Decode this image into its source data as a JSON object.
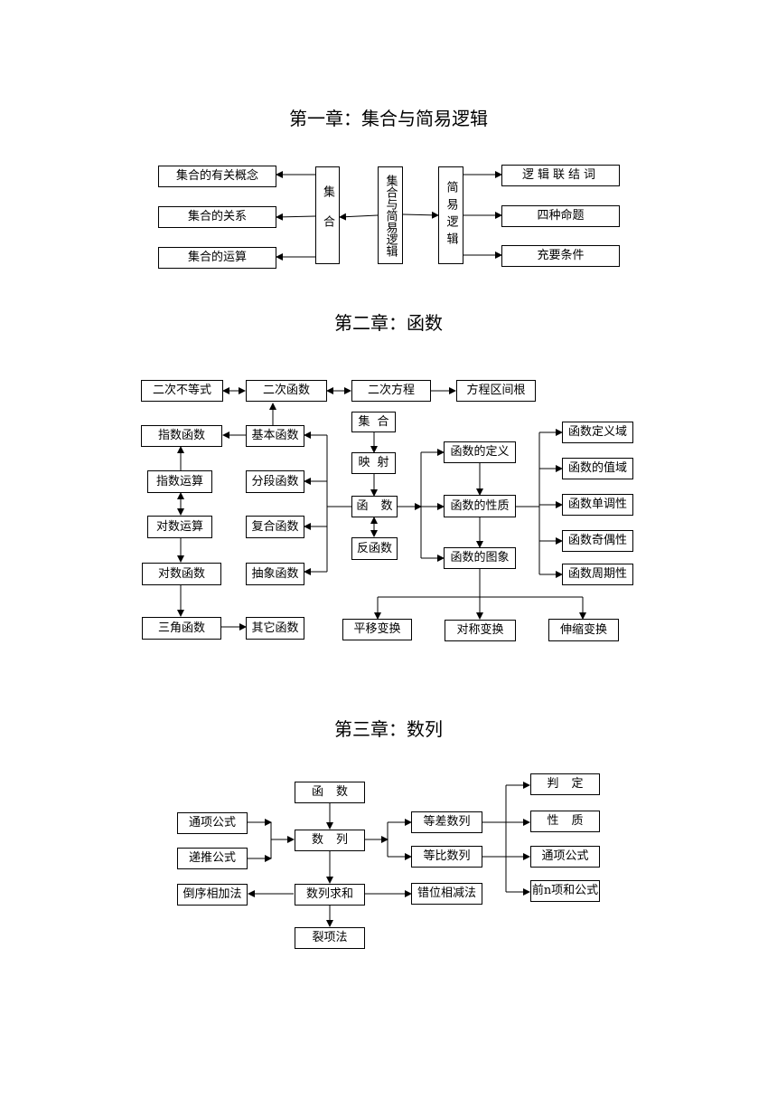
{
  "chapter1": {
    "title": "第一章：集合与简易逻辑",
    "left": [
      "集合的有关概念",
      "集合的关系",
      "集合的运算"
    ],
    "set_box": "集合",
    "center_box": "集合与简易逻辑",
    "logic_box": "简易逻辑",
    "right": [
      "逻辑联结词",
      "四种命题",
      "充要条件"
    ]
  },
  "chapter2": {
    "title": "第二章：函数",
    "ineq": "二次不等式",
    "quad_func": "二次函数",
    "quad_eq": "二次方程",
    "root_dist": "方程区间根",
    "exp_func": "指数函数",
    "basic_func": "基本函数",
    "set": "集合",
    "mapping": "映射",
    "exp_op": "指数运算",
    "piecewise": "分段函数",
    "log_op": "对数运算",
    "composite": "复合函数",
    "function": "函数",
    "inverse": "反函数",
    "log_func": "对数函数",
    "abstract": "抽象函数",
    "trig_func": "三角函数",
    "other_func": "其它函数",
    "def": "函数的定义",
    "props": "函数的性质",
    "graph": "函数的图象",
    "domain": "函数定义域",
    "range": "函数的值域",
    "mono": "函数单调性",
    "parity": "函数奇偶性",
    "period": "函数周期性",
    "trans": [
      "平移变换",
      "对称变换",
      "伸缩变换"
    ]
  },
  "chapter3": {
    "title": "第三章：数列",
    "func": "函数",
    "seq": "数列",
    "general": "通项公式",
    "recur": "递推公式",
    "reverse_add": "倒序相加法",
    "sum": "数列求和",
    "split": "裂项法",
    "arith": "等差数列",
    "geom": "等比数列",
    "shift_sub": "错位相减法",
    "judge": "判定",
    "nature": "性质",
    "general_r": "通项公式",
    "first_n": "前n项和公式"
  }
}
